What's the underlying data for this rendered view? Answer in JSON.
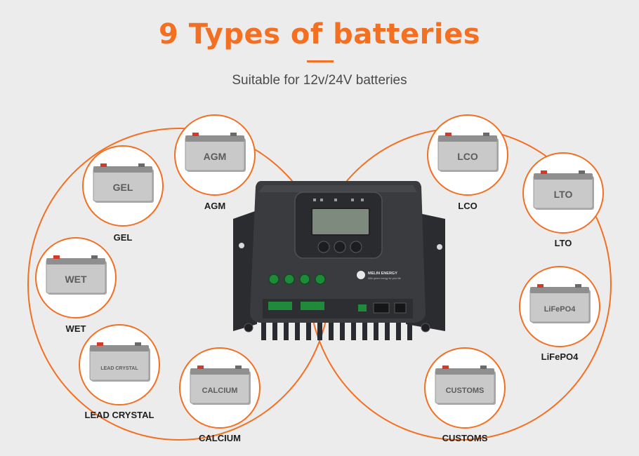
{
  "header": {
    "title": "9 Types of batteries",
    "subtitle": "Suitable for 12v/24V batteries"
  },
  "colors": {
    "accent": "#f36f21",
    "background": "#ececec",
    "controller_body": "#3a3b3e",
    "button_green": "#1f8a3a"
  },
  "device": {
    "brand": "MELIN ENERGY",
    "tagline": "With green energy for your life"
  },
  "batteries": [
    {
      "id": "gel",
      "label": "GEL",
      "case_text": "GEL"
    },
    {
      "id": "agm",
      "label": "AGM",
      "case_text": "AGM"
    },
    {
      "id": "wet",
      "label": "WET",
      "case_text": "WET"
    },
    {
      "id": "lead-crystal",
      "label": "LEAD CRYSTAL",
      "case_text": "LEAD CRYSTAL"
    },
    {
      "id": "calcium",
      "label": "CALCIUM",
      "case_text": "CALCIUM"
    },
    {
      "id": "lco",
      "label": "LCO",
      "case_text": "LCO"
    },
    {
      "id": "lto",
      "label": "LTO",
      "case_text": "LTO"
    },
    {
      "id": "lifepo4",
      "label": "LiFePO4",
      "case_text": "LiFePO4"
    },
    {
      "id": "customs",
      "label": "CUSTOMS",
      "case_text": "CUSTOMS"
    }
  ]
}
